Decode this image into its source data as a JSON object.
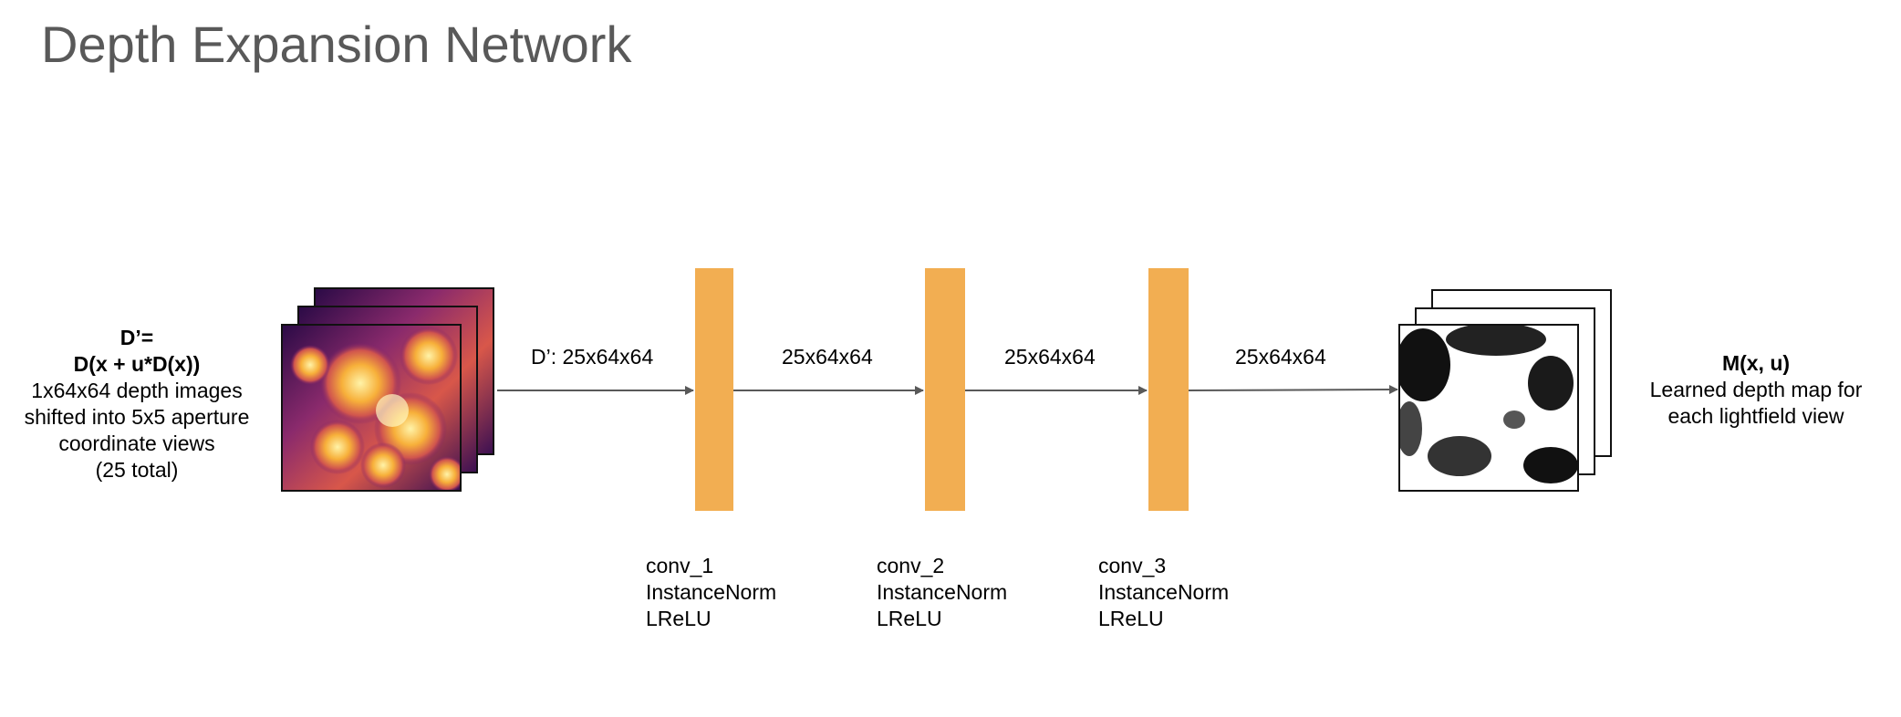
{
  "title": "Depth Expansion Network",
  "input_label": {
    "symbol": "D’=",
    "formula": "D(x + u*D(x))",
    "description_lines": [
      "1x64x64 depth images",
      "shifted into 5x5 aperture",
      "coordinate views",
      "(25 total)"
    ]
  },
  "edges": [
    {
      "label": "D’: 25x64x64"
    },
    {
      "label": "25x64x64"
    },
    {
      "label": "25x64x64"
    },
    {
      "label": "25x64x64"
    }
  ],
  "layers": [
    {
      "name": "conv_1",
      "norm": "InstanceNorm",
      "activation": "LReLU"
    },
    {
      "name": "conv_2",
      "norm": "InstanceNorm",
      "activation": "LReLU"
    },
    {
      "name": "conv_3",
      "norm": "InstanceNorm",
      "activation": "LReLU"
    }
  ],
  "output_label": {
    "symbol": "M(x, u)",
    "description_lines": [
      "Learned depth map for",
      "each lightfield view"
    ]
  },
  "colors": {
    "title": "#595959",
    "layer_fill": "#f2ae52",
    "arrow": "#595959",
    "input_dark": "#1a0a3a",
    "input_mid": "#b5366b",
    "input_bright": "#f7c04a",
    "output_black": "#111111",
    "output_white": "#ffffff"
  },
  "icons": {
    "input_stack": "heatmap-image-stack-icon",
    "output_stack": "depth-mask-image-stack-icon"
  }
}
